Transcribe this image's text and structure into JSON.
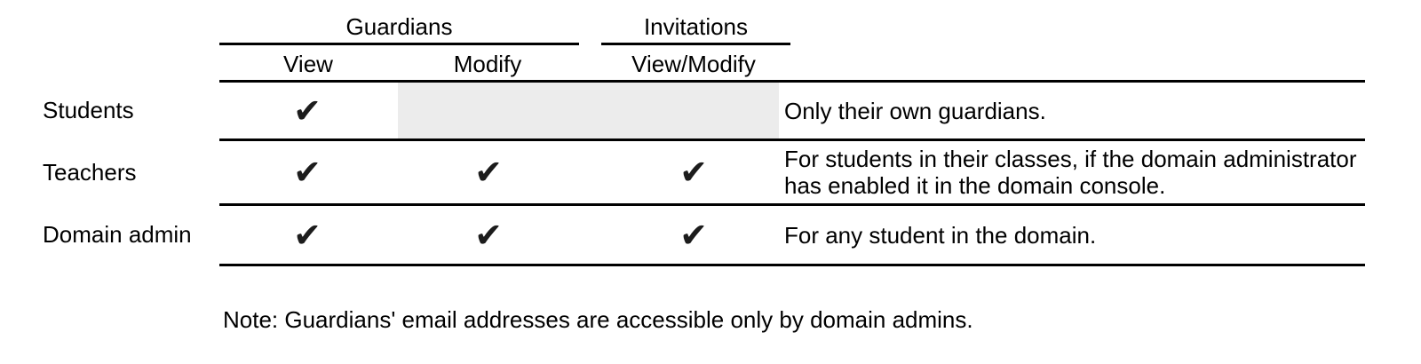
{
  "table": {
    "group_headers": [
      {
        "label": "Guardians"
      },
      {
        "label": "Invitations"
      }
    ],
    "column_headers": [
      {
        "label": "View"
      },
      {
        "label": "Modify"
      },
      {
        "label": "View/Modify"
      }
    ],
    "rows": [
      {
        "label": "Students",
        "cells": {
          "view": "✔",
          "modify": "",
          "view_modify": ""
        },
        "note": "Only their own guardians."
      },
      {
        "label": "Teachers",
        "cells": {
          "view": "✔",
          "modify": "✔",
          "view_modify": "✔"
        },
        "note": "For students in their classes, if the domain administrator has enabled it in the domain console."
      },
      {
        "label": "Domain admin",
        "cells": {
          "view": "✔",
          "modify": "✔",
          "view_modify": "✔"
        },
        "note": "For any student in the domain."
      }
    ]
  },
  "footnote": "Note: Guardians' email addresses are accessible only by domain admins.",
  "colors": {
    "line": "#000000",
    "disabled_cell_background": "#ececec",
    "checkmark": "#1c1c1c"
  }
}
